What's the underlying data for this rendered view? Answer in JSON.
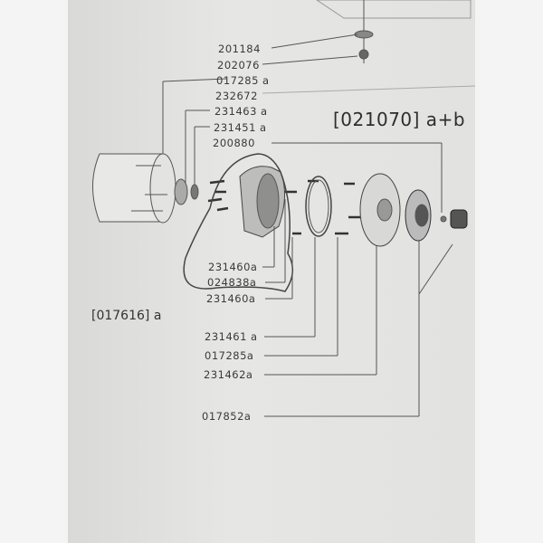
{
  "diagram": {
    "assembly_labels": {
      "main": "[021070] a+b",
      "housing": "[017616] a"
    },
    "top_labels": [
      "201184",
      "202076",
      "017285 a",
      "232672",
      "231463 a",
      "231451 a",
      "200880"
    ],
    "bottom_labels": [
      "231460a",
      "024838a",
      "231460a",
      "231461 a",
      "017285a",
      "231462a",
      "017852a"
    ]
  }
}
